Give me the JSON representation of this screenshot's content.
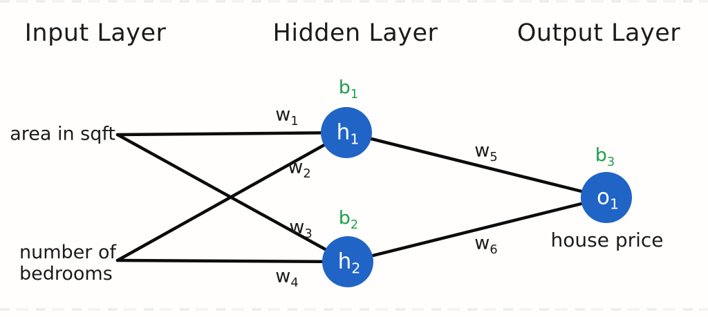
{
  "diagram": {
    "headers": {
      "input": "Input Layer",
      "hidden": "Hidden Layer",
      "output": "Output Layer"
    },
    "inputs": {
      "input1": "area in sqft",
      "input2_line1": "number of",
      "input2_line2": "bedrooms"
    },
    "nodes": {
      "h1": {
        "base": "h",
        "sub": "1"
      },
      "h2": {
        "base": "h",
        "sub": "2"
      },
      "o1": {
        "base": "o",
        "sub": "1"
      }
    },
    "biases": {
      "b1": {
        "base": "b",
        "sub": "1"
      },
      "b2": {
        "base": "b",
        "sub": "2"
      },
      "b3": {
        "base": "b",
        "sub": "3"
      }
    },
    "weights": {
      "w1": {
        "base": "w",
        "sub": "1"
      },
      "w2": {
        "base": "w",
        "sub": "2"
      },
      "w3": {
        "base": "w",
        "sub": "3"
      },
      "w4": {
        "base": "w",
        "sub": "4"
      },
      "w5": {
        "base": "w",
        "sub": "5"
      },
      "w6": {
        "base": "w",
        "sub": "6"
      }
    },
    "edges": [
      {
        "from": "area in sqft",
        "to": "h1",
        "weight": "w1"
      },
      {
        "from": "area in sqft",
        "to": "h2",
        "weight": "w3"
      },
      {
        "from": "number of bedrooms",
        "to": "h1",
        "weight": "w2"
      },
      {
        "from": "number of bedrooms",
        "to": "h2",
        "weight": "w4"
      },
      {
        "from": "h1",
        "to": "o1",
        "weight": "w5"
      },
      {
        "from": "h2",
        "to": "o1",
        "weight": "w6"
      }
    ],
    "output_annotation": "house price",
    "colors": {
      "node_fill": "#2064c6",
      "node_text": "#ffffff",
      "bias_text": "#1fa04a",
      "edge": "#0c0c0c",
      "text": "#1b1b1b",
      "background": "#fffefd"
    }
  }
}
